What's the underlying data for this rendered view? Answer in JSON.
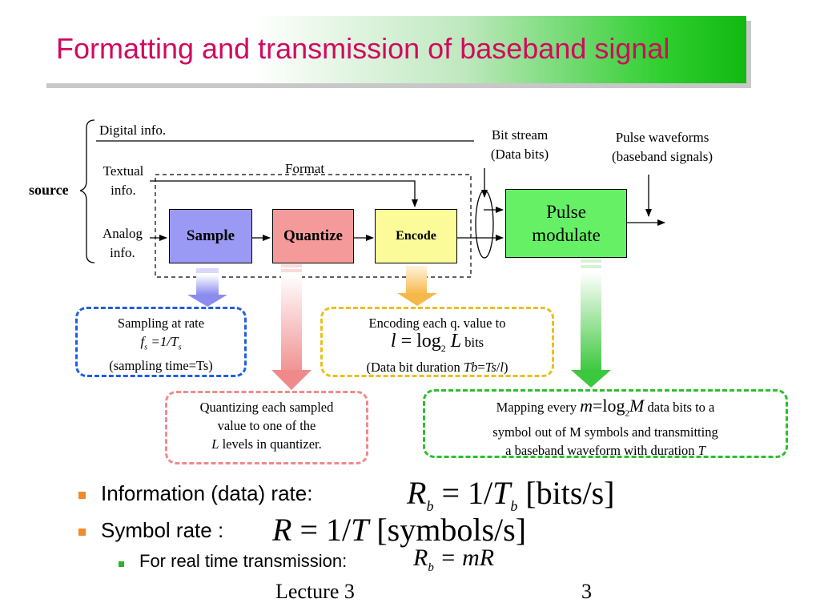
{
  "slide": {
    "title": "Formatting and transmission of baseband signal",
    "footer_label": "Lecture 3",
    "page_number": "3"
  },
  "diagram": {
    "source_label": "source",
    "inputs": {
      "digital": "Digital info.",
      "textual_line1": "Textual",
      "textual_line2": "info.",
      "analog_line1": "Analog",
      "analog_line2": "info."
    },
    "format_label": "Format",
    "blocks": {
      "sample": "Sample",
      "quantize": "Quantize",
      "encode": "Encode",
      "pulse_line1": "Pulse",
      "pulse_line2": "modulate"
    },
    "bit_stream_line1": "Bit stream",
    "bit_stream_line2": "(Data bits)",
    "pulse_waveforms_line1": "Pulse waveforms",
    "pulse_waveforms_line2": "(baseband signals)"
  },
  "notes": {
    "sampling": {
      "line1": "Sampling at rate",
      "line3": "(sampling time=Ts)",
      "border_color": "#1f5fe0"
    },
    "encoding": {
      "line1": "Encoding each q. value to",
      "line2_suffix": "bits",
      "line3_prefix": "(Data bit duration",
      "border_color": "#e8c020"
    },
    "quantizing": {
      "line1": "Quantizing each sampled",
      "line2": "value to one of the",
      "line3_var": "L",
      "line3": "levels in quantizer.",
      "border_color": "#f08a8a"
    },
    "mapping": {
      "line1_prefix": "Mapping every",
      "line1_suffix": "data bits to a",
      "line2": "symbol out of M symbols and transmitting",
      "line3": "a baseband waveform with duration",
      "line3_var": "T",
      "border_color": "#2bc02b"
    }
  },
  "bullets": {
    "info_rate": "Information (data) rate:",
    "symbol_rate": "Symbol rate :",
    "real_time": "For real time transmission:",
    "bullet_color": "#f08a2a",
    "sub_bullet_color": "#2bb52b"
  }
}
